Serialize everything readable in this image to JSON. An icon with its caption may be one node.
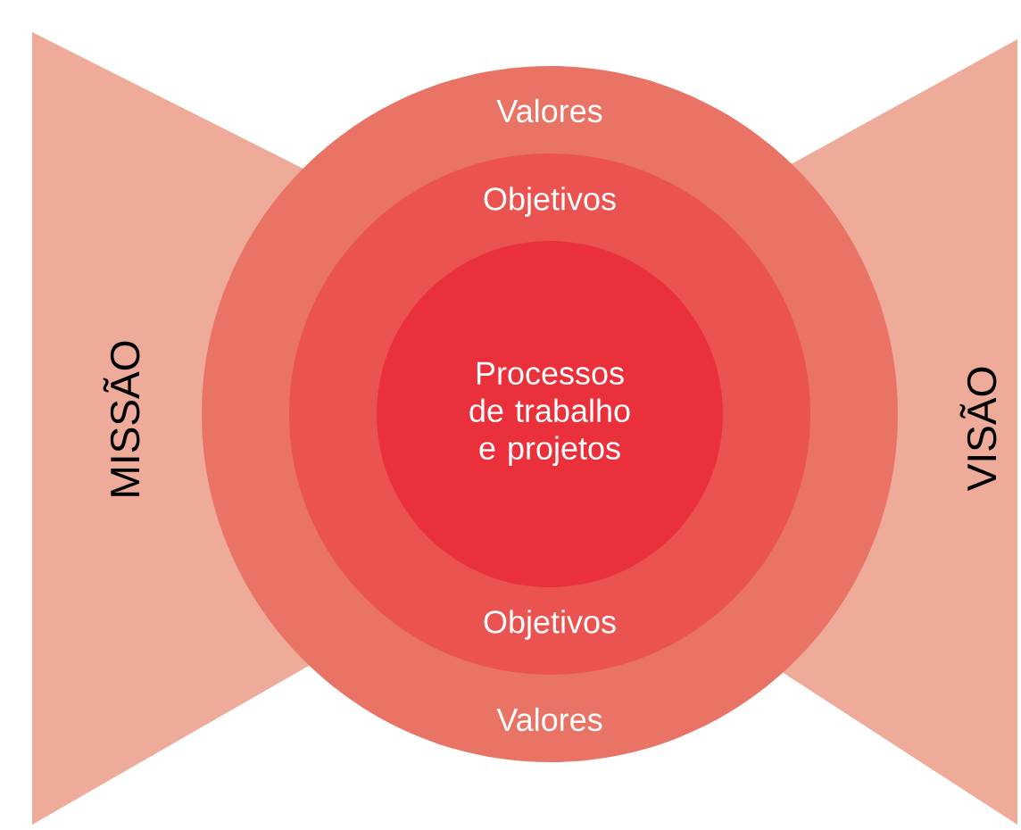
{
  "diagram": {
    "nodes": [
      {
        "text": [
          "MISSÃO"
        ]
      },
      {
        "text": [
          "VISÃO"
        ]
      },
      {
        "text": [
          "Valores",
          "Valores"
        ]
      },
      {
        "text": [
          "Objetivos",
          "Objetivos"
        ],
        "in": 2
      },
      {
        "text": [
          "Processos de trabalho e projetos"
        ],
        "in": 3
      }
    ]
  }
}
